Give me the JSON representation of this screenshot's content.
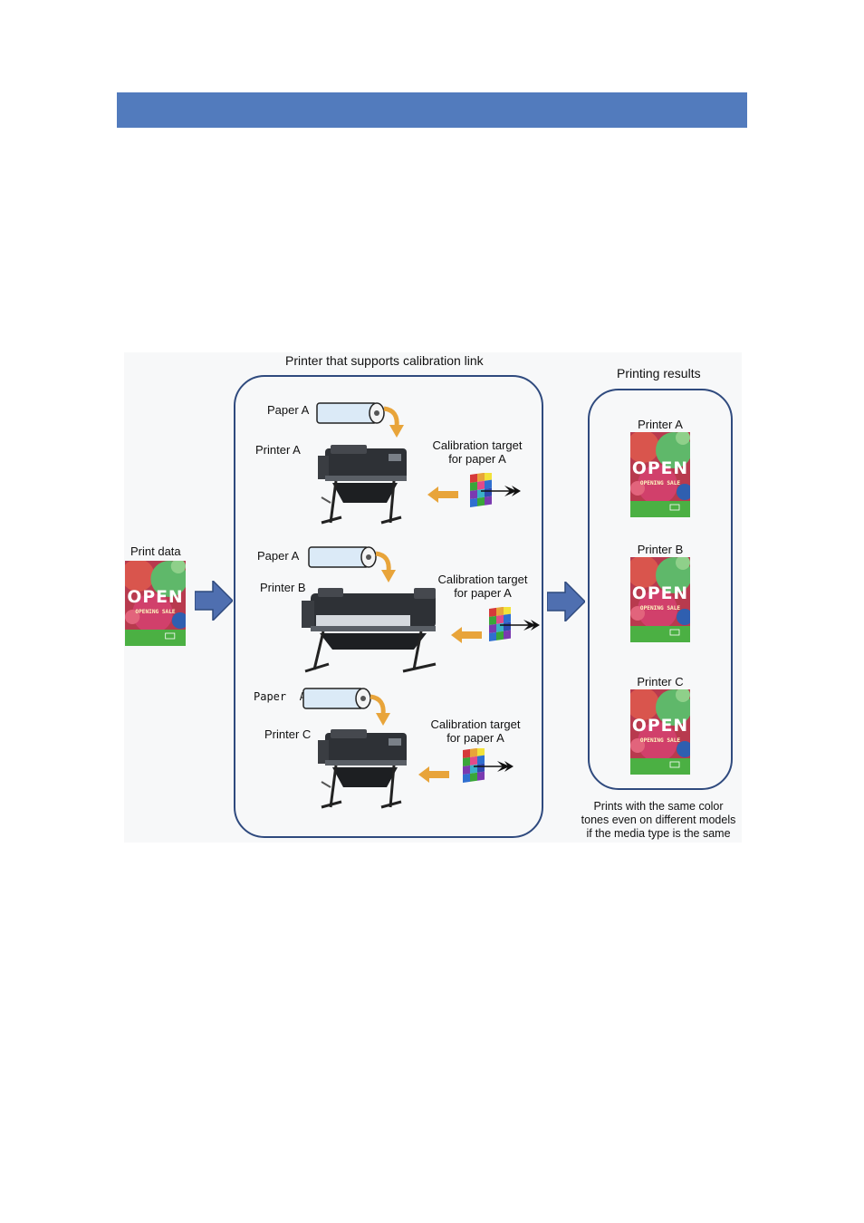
{
  "colors": {
    "header": "#527bbd",
    "panel_border": "#2f4a7e",
    "big_arrow": "#4f6fb0",
    "orange_arrow": "#e8a43a",
    "poster_green": "#4bb043",
    "poster_red": "#c8384a"
  },
  "diagram": {
    "center_title": "Printer that supports calibration link",
    "results_title": "Printing results",
    "print_data_label": "Print data",
    "poster": {
      "big": "OPEN",
      "sub": "OPENING SALE"
    },
    "rows": [
      {
        "paper": "Paper A",
        "printer": "Printer A",
        "target_line1": "Calibration target",
        "target_line2": "for paper A"
      },
      {
        "paper": "Paper A",
        "printer": "Printer B",
        "target_line1": "Calibration target",
        "target_line2": "for paper A"
      },
      {
        "paper": "Paper  A",
        "printer": "Printer C",
        "target_line1": "Calibration target",
        "target_line2": "for paper A"
      }
    ],
    "results": [
      {
        "label": "Printer A"
      },
      {
        "label": "Printer B"
      },
      {
        "label": "Printer C"
      }
    ],
    "caption_lines": [
      "Prints with the same color",
      "tones even on different models",
      "if the media type is the same"
    ],
    "icons": [
      "arrow-right-icon",
      "curved-arrow-icon",
      "arrow-left-icon",
      "paper-roll-icon",
      "printer-icon",
      "color-target-icon",
      "dart-icon"
    ]
  }
}
